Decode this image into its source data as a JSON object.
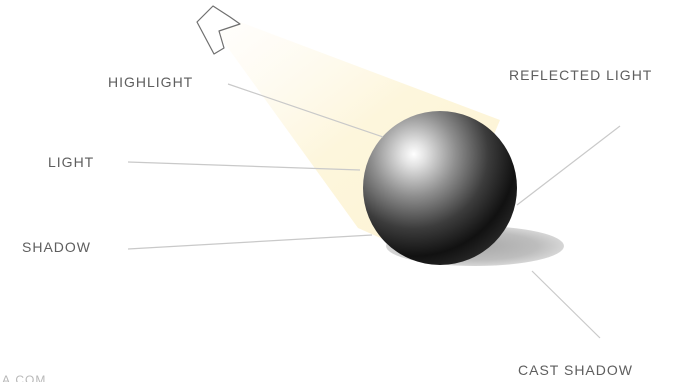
{
  "labels": {
    "highlight": "HIGHLIGHT",
    "light": "LIGHT",
    "shadow": "SHADOW",
    "reflected_light": "REFLECTED LIGHT",
    "cast_shadow": "CAST SHADOW"
  },
  "watermark": "A.COM",
  "colors": {
    "light_beam": "#fdf6dc",
    "sphere_highlight": "#ffffff",
    "sphere_dark": "#0a0a0a",
    "cast_shadow": "#bdbdbd",
    "leader_line": "#c9c9c9",
    "label_text": "#5e5e5e"
  },
  "icons": [
    "light-source-icon"
  ]
}
